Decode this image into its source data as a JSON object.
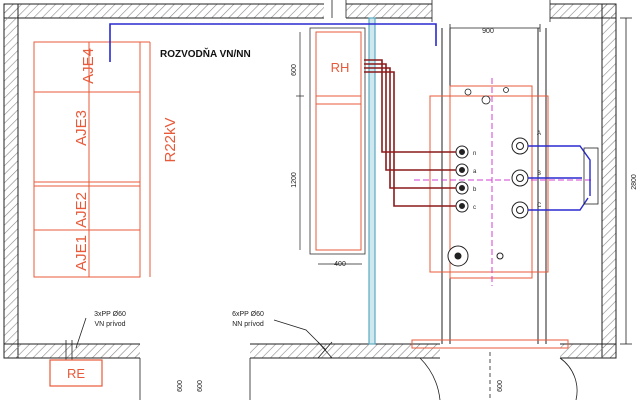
{
  "room_title": "ROZVODŇA VN/NN",
  "switchgear_label": "R22kV",
  "panel_labels": [
    "AJE4",
    "AJE3",
    "AJE2",
    "AJE1"
  ],
  "lv_panel_label": "RH",
  "dims": {
    "top": "900",
    "rh_top": "600",
    "rh_mid": "1200",
    "rh_bottom": "400",
    "right": "2800",
    "bottom_left": "600",
    "bottom_mid": "600",
    "bottom_right": "600"
  },
  "cable_notes": {
    "vn_line1": "3xPP Ø60",
    "vn_line2": "VN prívod",
    "nn_line1": "6xPP Ø60",
    "nn_line2": "NN prívod"
  },
  "earthing_label": "RE",
  "bushing_labels": {
    "lv": [
      "n",
      "a",
      "b",
      "c"
    ],
    "hv": [
      "A",
      "B",
      "C"
    ]
  },
  "colors": {
    "wall": "#222222",
    "hatch": "#888888",
    "equipment": "#e85a3a",
    "cable_blue": "#2a2ad0",
    "cable_red": "#8b1a1a",
    "axis_magenta": "#d040d0",
    "partition": "#5aaac0"
  }
}
